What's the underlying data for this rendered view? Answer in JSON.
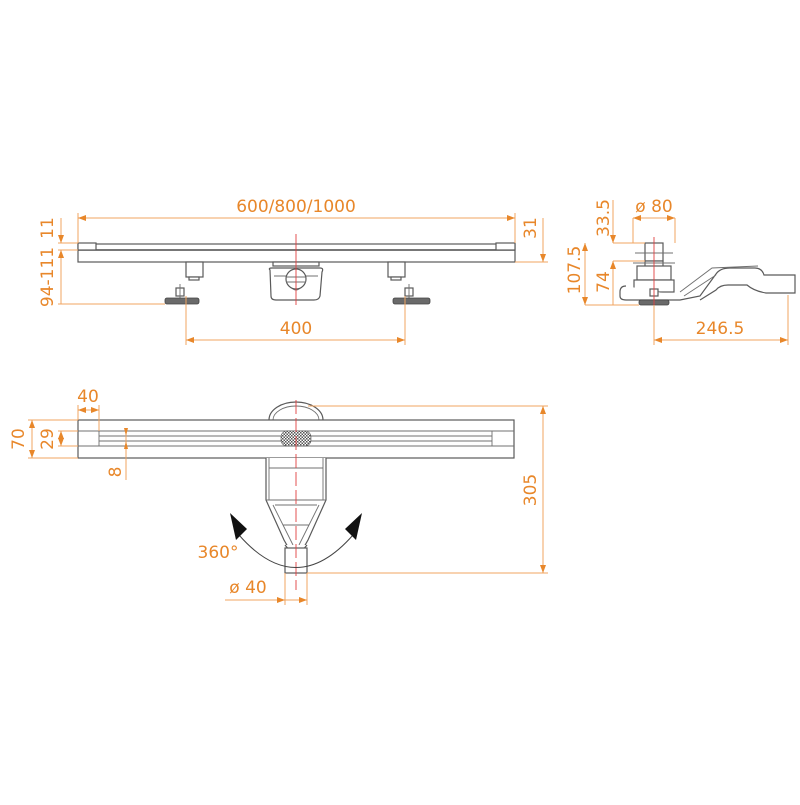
{
  "drawing": {
    "title": "Linear shower drain technical drawing",
    "accent_color": "#e8872a",
    "line_color": "#5a5a5a",
    "axis_color": "#e04040"
  },
  "front_view": {
    "length_label": "600/800/1000",
    "grate_height_label": "11",
    "total_height_label": "94-111",
    "flange_height_label": "31",
    "feet_spacing_label": "400"
  },
  "side_view": {
    "top_label": "33.5",
    "outlet_diameter_label": "ø 80",
    "total_height_label": "107.5",
    "body_height_label": "74",
    "length_label": "246.5"
  },
  "top_view": {
    "end_offset_label": "40",
    "width_label": "70",
    "channel_width_label": "29",
    "slot_width_label": "8",
    "depth_label": "305",
    "rotation_label": "360°",
    "outlet_diameter_label": "ø 40"
  }
}
